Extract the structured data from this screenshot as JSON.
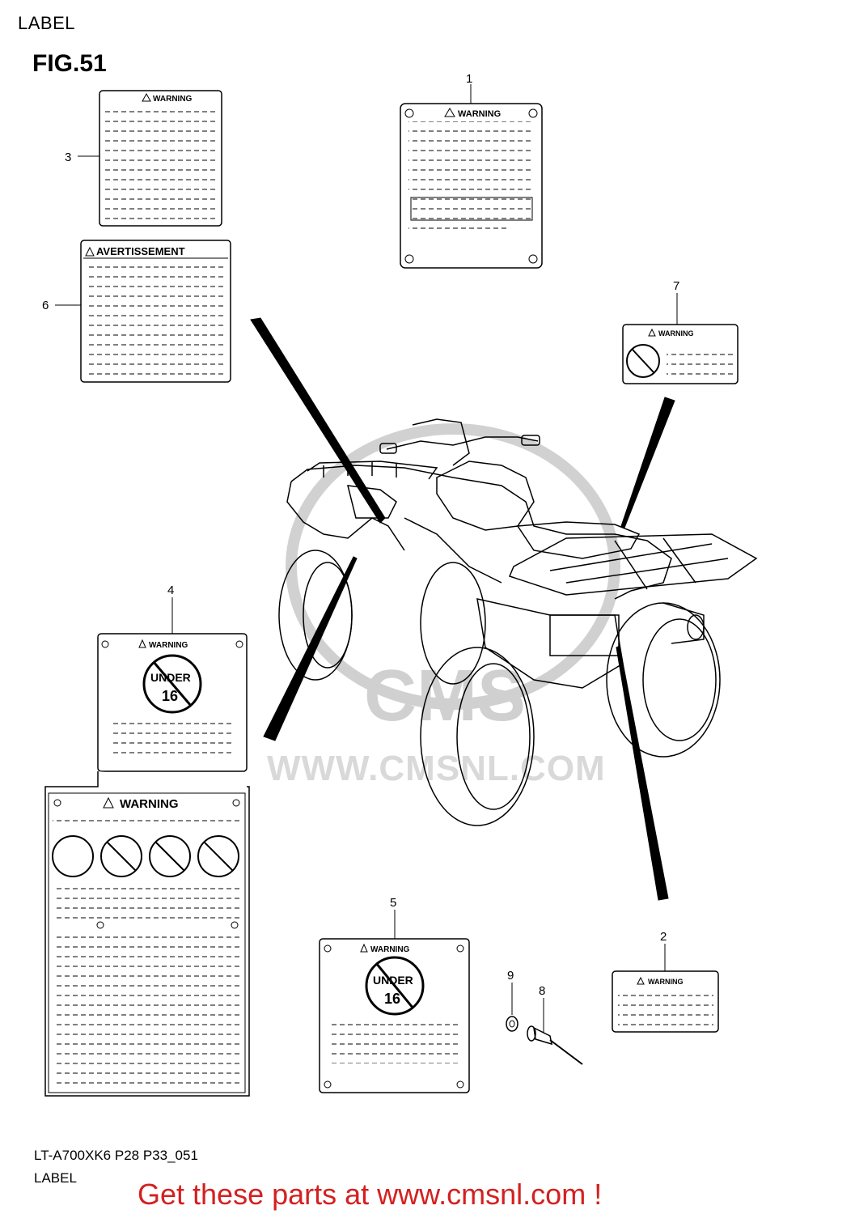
{
  "header": {
    "section_label": "LABEL",
    "figure": "FIG.51"
  },
  "watermark": {
    "text": "WWW.CMSNL.COM",
    "logo": "CMS"
  },
  "callouts": [
    "1",
    "2",
    "3",
    "4",
    "5",
    "6",
    "7",
    "8",
    "9"
  ],
  "labels": {
    "warning": "WARNING",
    "avertissement": "AVERTISSEMENT",
    "under": "UNDER",
    "age": "16"
  },
  "footer": {
    "model_code": "LT-A700XK6 P28 P33_051",
    "caption": "LABEL",
    "promo": "Get these parts at www.cmsnl.com !"
  },
  "colors": {
    "promo": "#d42020",
    "watermark": "#d9d9d9",
    "ink": "#000000"
  }
}
